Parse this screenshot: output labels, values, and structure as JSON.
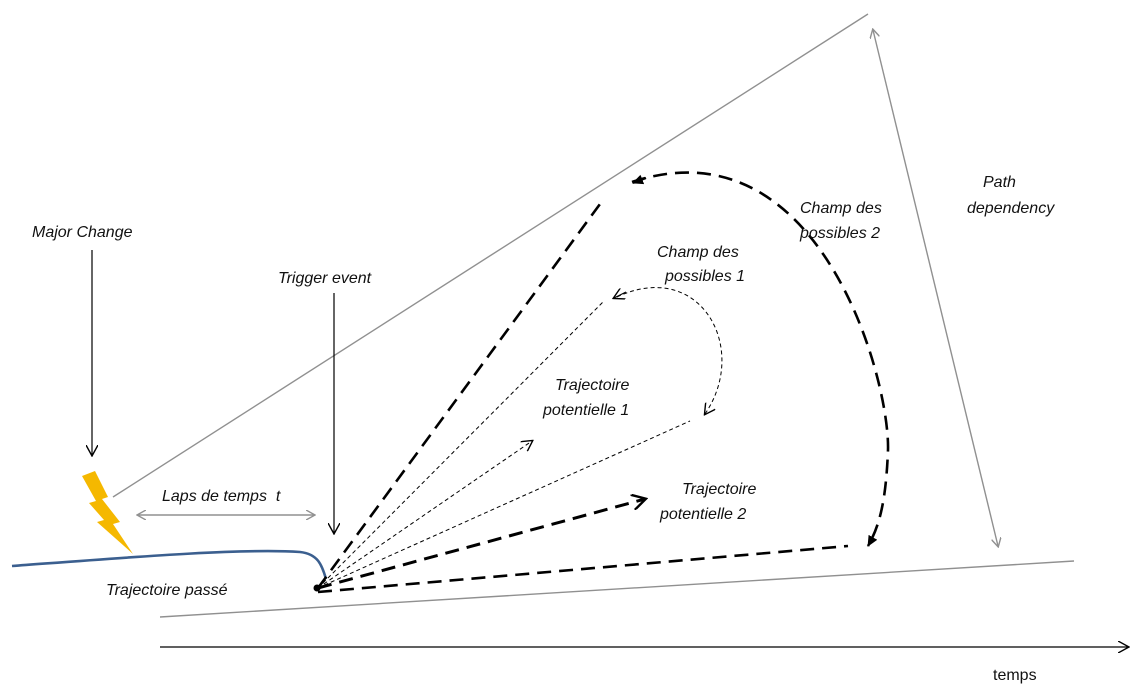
{
  "labels": {
    "major_change": "Major Change",
    "trigger_event": "Trigger event",
    "laps_de_temps": "Laps de temps  t",
    "trajectoire_passe": "Trajectoire passé",
    "champ_1_line1": "Champ des",
    "champ_1_line2": "possibles 1",
    "champ_2_line1": "Champ des",
    "champ_2_line2": "possibles 2",
    "path_dependency_line1": "Path",
    "path_dependency_line2": "dependency",
    "traj_1_line1": "Trajectoire",
    "traj_1_line2": "potentielle 1",
    "traj_2_line1": "Trajectoire",
    "traj_2_line2": "potentielle 2",
    "temps": "temps"
  },
  "colors": {
    "past_trajectory": "#3b5f8f",
    "lightning": "#f5b800",
    "boundary_lines": "#909090",
    "arrows": "#000000"
  },
  "icons": {
    "lightning": "lightning-bolt-icon"
  }
}
